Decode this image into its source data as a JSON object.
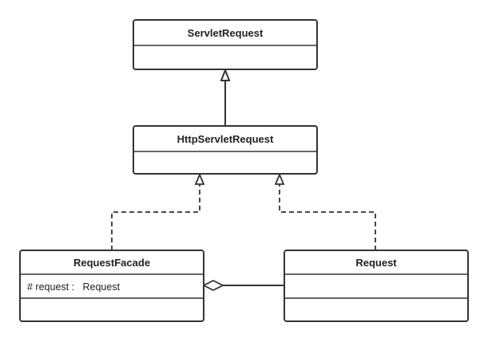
{
  "classes": {
    "servlet_request": {
      "name": "ServletRequest",
      "attributes": []
    },
    "http_servlet_request": {
      "name": "HttpServletRequest",
      "attributes": []
    },
    "request_facade": {
      "name": "RequestFacade",
      "attributes": [
        "# request :   Request"
      ]
    },
    "request": {
      "name": "Request",
      "attributes": []
    }
  },
  "relations": [
    {
      "type": "generalization",
      "from": "HttpServletRequest",
      "to": "ServletRequest"
    },
    {
      "type": "realization",
      "from": "RequestFacade",
      "to": "HttpServletRequest"
    },
    {
      "type": "realization",
      "from": "Request",
      "to": "HttpServletRequest"
    },
    {
      "type": "aggregation",
      "whole": "RequestFacade",
      "part": "Request"
    }
  ]
}
